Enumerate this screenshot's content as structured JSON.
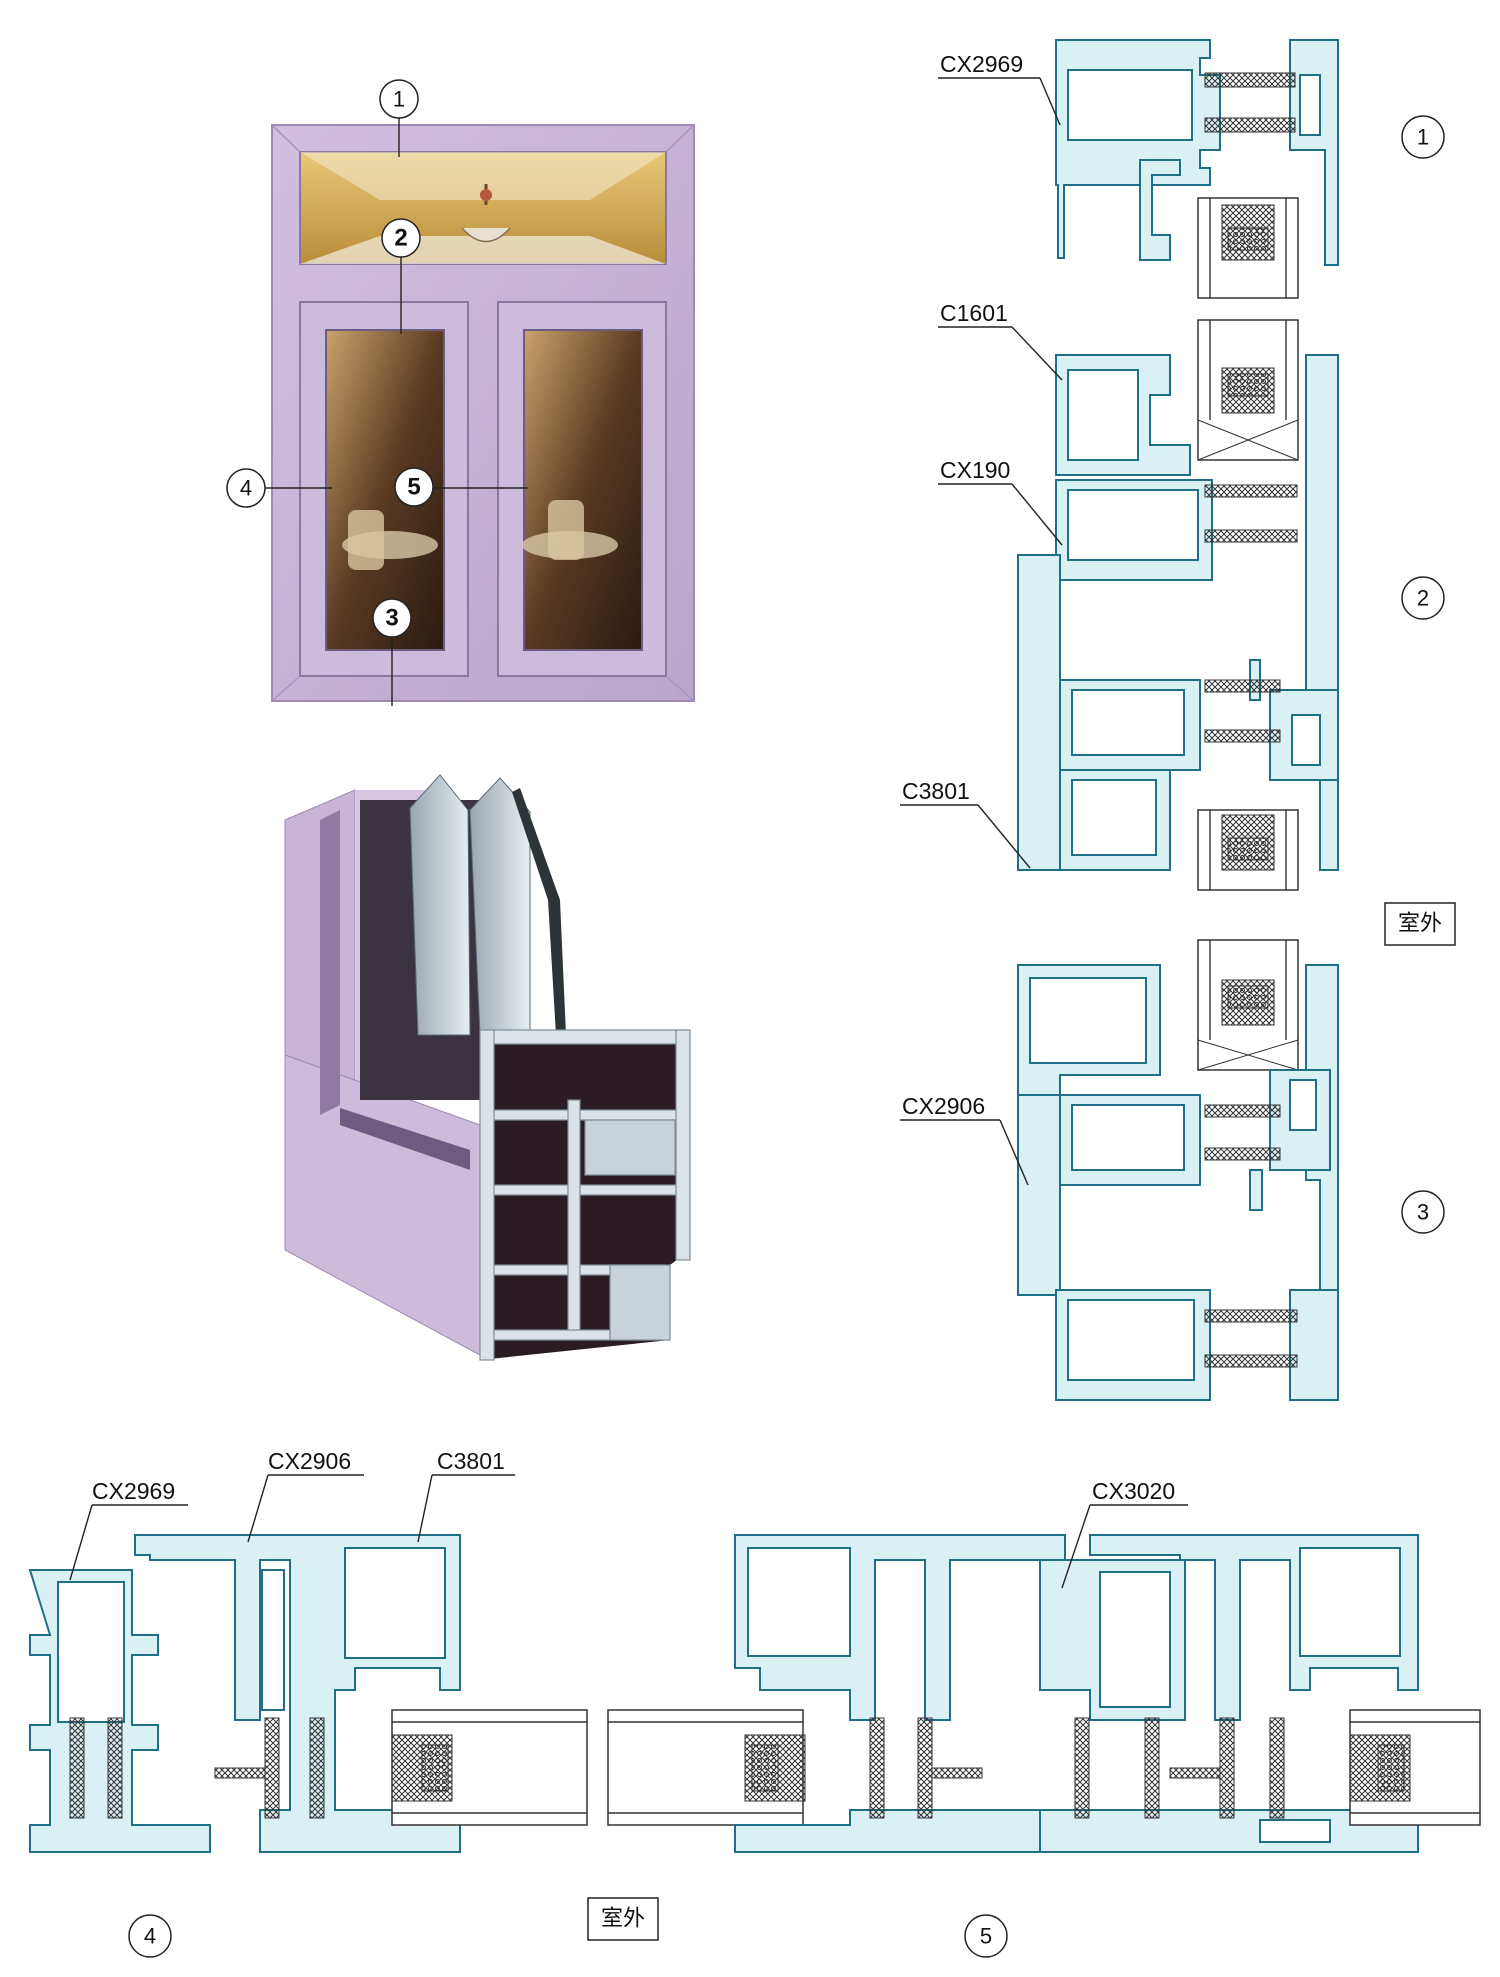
{
  "profile_labels": {
    "cx2969_right": "CX2969",
    "c1601": "C1601",
    "cx190": "CX190",
    "c3801_right": "C3801",
    "cx2906_right": "CX2906",
    "cx2969_bottom": "CX2969",
    "cx2906_bottom": "CX2906",
    "c3801_bottom": "C3801",
    "cx3020": "CX3020"
  },
  "section_markers": {
    "s1": "1",
    "s2": "2",
    "s3": "3",
    "s4": "4",
    "s5": "5"
  },
  "outside_label": "室外",
  "colors": {
    "profile_fill": "#d9f0f4",
    "profile_stroke": "#1f6f86",
    "window_frame": "#c6b2d8"
  }
}
